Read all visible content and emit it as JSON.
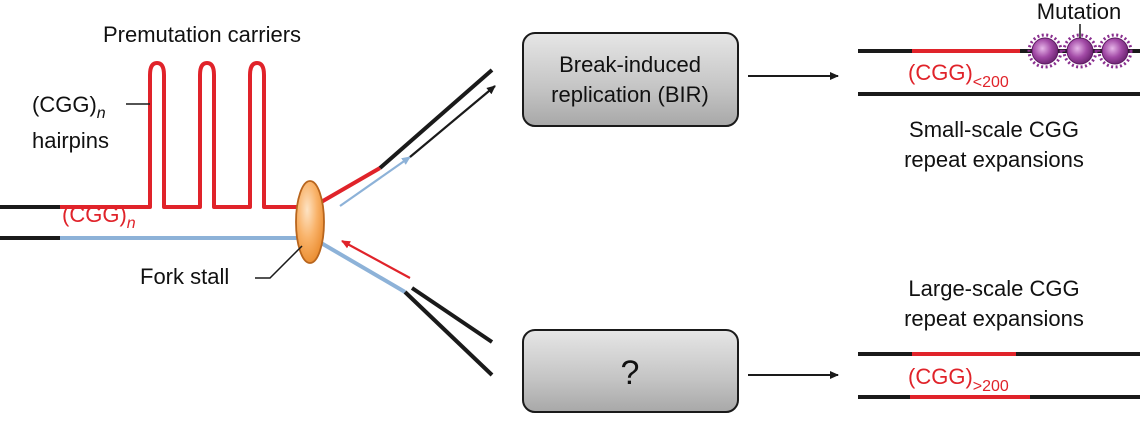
{
  "colors": {
    "red": "#e0232a",
    "black": "#1a1a1a",
    "blue": "#8db2d8",
    "fork_fill": "#f7a65a",
    "fork_stroke": "#b8651d",
    "mutation": "#8a2f8f",
    "box_fill": "#bdbdbd"
  },
  "labels": {
    "premutation_carriers": "Premutation carriers",
    "hairpins_cgg": "(CGG)",
    "hairpins_n": "n",
    "hairpins_word": "hairpins",
    "repeat_cgg": "(CGG)",
    "repeat_n": "n",
    "fork_stall": "Fork stall",
    "mutation": "Mutation"
  },
  "boxes": {
    "bir_line1": "Break-induced",
    "bir_line2": "replication (BIR)",
    "unknown": "?"
  },
  "outcomes": {
    "small": {
      "repeat": "(CGG)",
      "subscript": "<200",
      "line1": "Small-scale CGG",
      "line2": "repeat expansions"
    },
    "large": {
      "repeat": "(CGG)",
      "subscript": ">200",
      "line1": "Large-scale CGG",
      "line2": "repeat expansions"
    }
  }
}
